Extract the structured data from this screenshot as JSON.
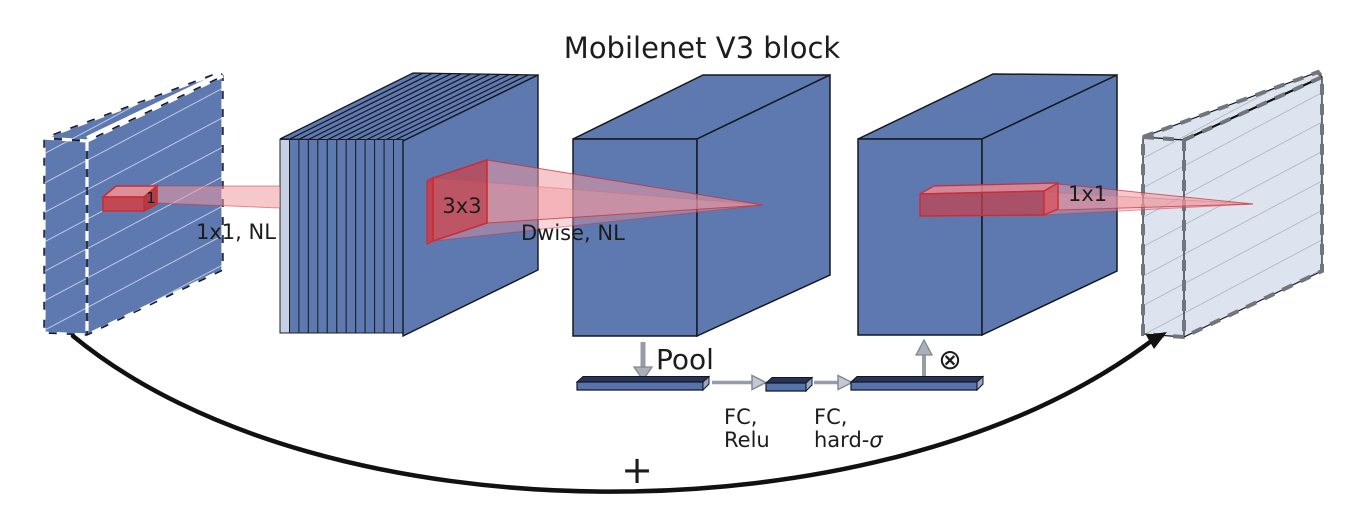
{
  "title": "Mobilenet V3 block",
  "blocks": {
    "input_tensor": {
      "kernel_label": "1",
      "conv_label": "1x1, NL"
    },
    "expanded_stack": {
      "kernel_label": "3x3",
      "conv_label": "Dwise, NL"
    },
    "se_block": {
      "pool_label": "Pool",
      "fc1_line1": "FC,",
      "fc1_line2": "Relu",
      "fc2_line1": "FC,",
      "fc2_line2_prefix": "hard-",
      "fc2_sigma": "σ",
      "multiply_symbol": "⊗"
    },
    "project": {
      "conv_label": "1x1"
    },
    "residual": {
      "plus_symbol": "+"
    }
  },
  "colors": {
    "block_blue": "#5e78b0",
    "slice_light": "#c7cfe2",
    "output_tensor_fill": "#dde3ef",
    "kernel_red": "#cf2b33",
    "kernel_red_fill": "#c44e58",
    "cone_pink": "#eb96a0",
    "arrow_gray": "#979da7",
    "bar_navy": "#263459",
    "line_black": "#1a1a1a"
  }
}
